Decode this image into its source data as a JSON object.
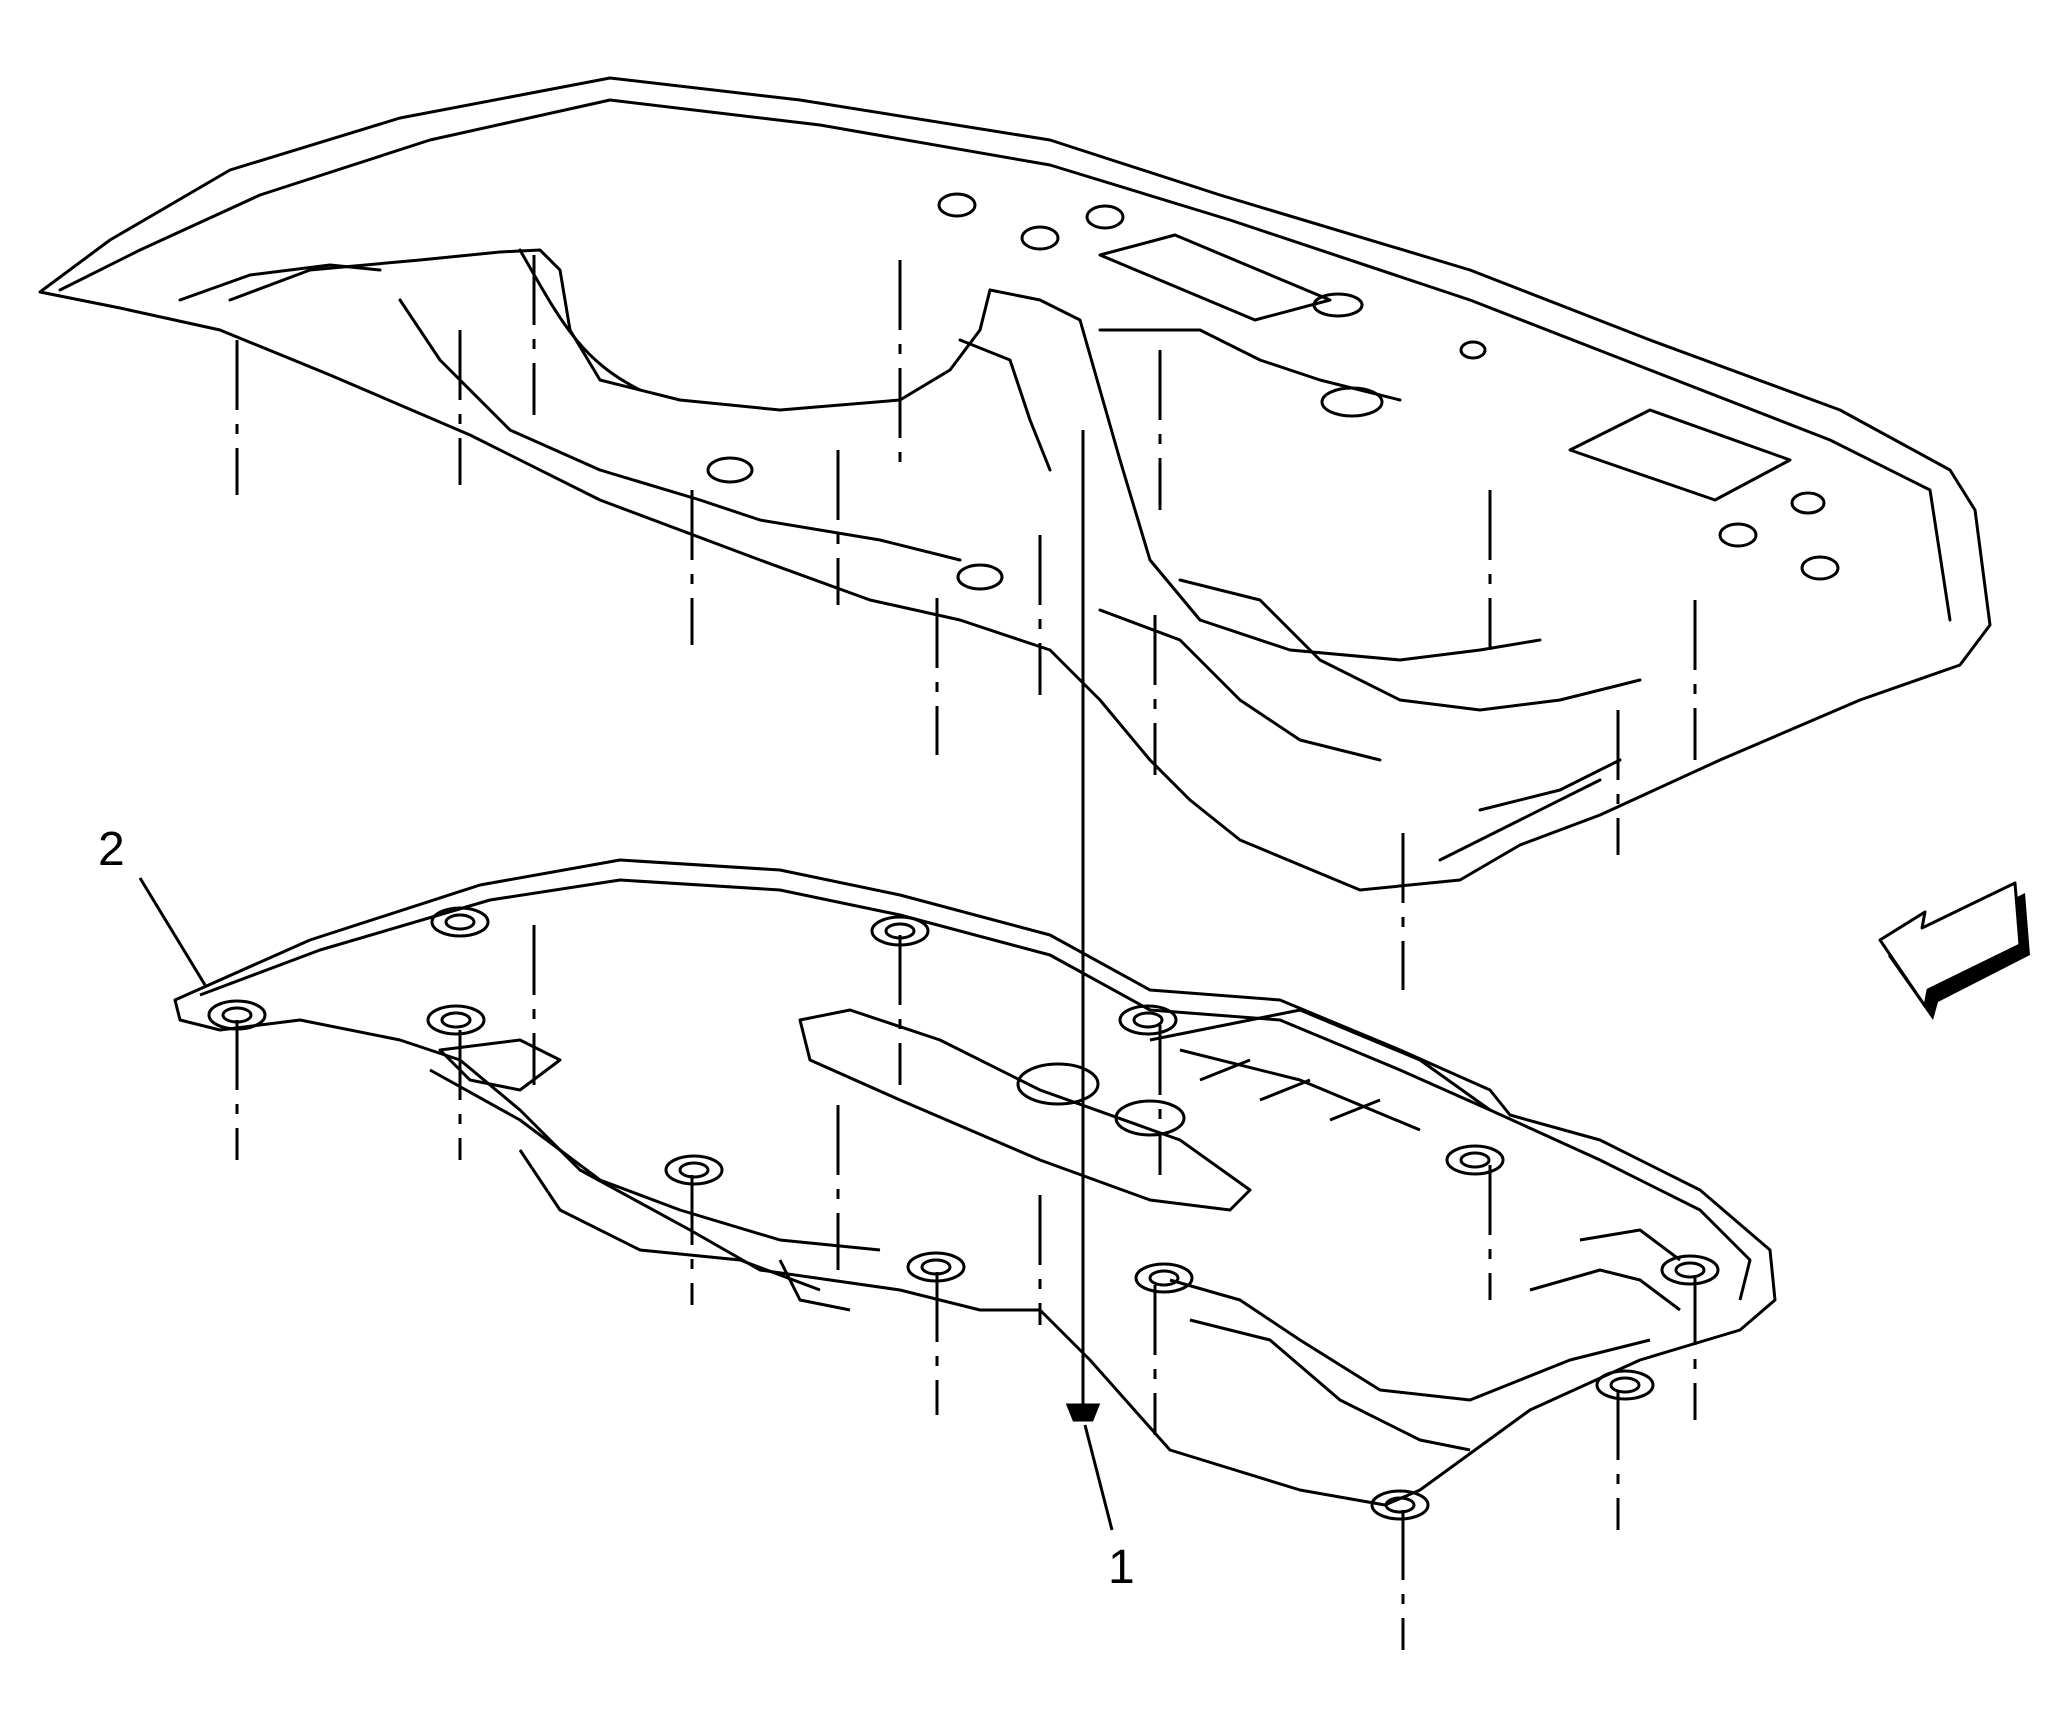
{
  "diagram": {
    "callouts": [
      {
        "id": "1",
        "label": "1",
        "refers_to": "fastener"
      },
      {
        "id": "2",
        "label": "2",
        "refers_to": "underbody-shield"
      }
    ],
    "direction_arrow": {
      "icon": "forward-direction-arrow-icon"
    },
    "colors": {
      "line": "#000000",
      "background": "#ffffff"
    }
  }
}
